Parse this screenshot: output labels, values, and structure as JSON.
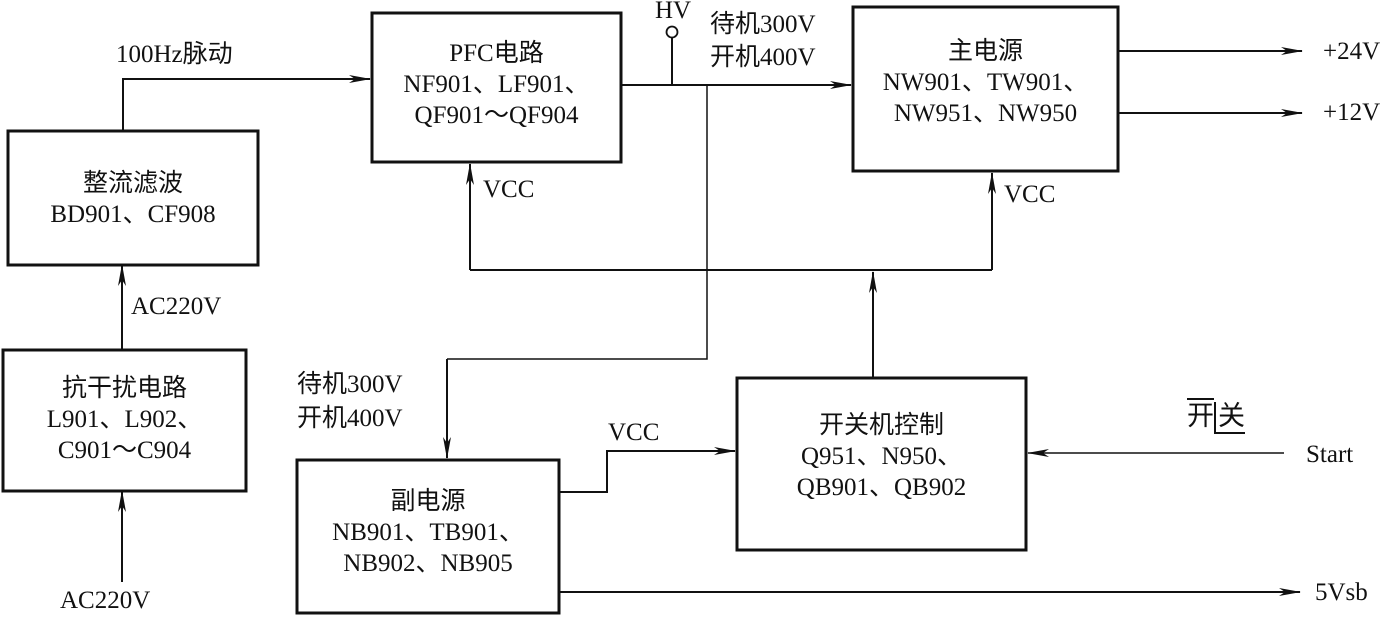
{
  "diagram": {
    "type": "block-diagram",
    "blocks": {
      "rectifier": {
        "title": "整流滤波",
        "parts": [
          "BD901、CF908"
        ]
      },
      "emi": {
        "title": "抗干扰电路",
        "parts": [
          "L901、L902、",
          "C901～C904"
        ]
      },
      "pfc": {
        "title": "PFC电路",
        "parts": [
          "NF901、LF901、",
          "QF901～QF904"
        ]
      },
      "main_power": {
        "title": "主电源",
        "parts": [
          "NW901、TW901、",
          "NW951、NW950"
        ]
      },
      "aux_power": {
        "title": "副电源",
        "parts": [
          "NB901、TB901、",
          "NB902、NB905"
        ]
      },
      "power_control": {
        "title": "开关机控制",
        "parts": [
          "Q951、N950、",
          "QB901、QB902"
        ]
      }
    },
    "labels": {
      "pulse_100hz": "100Hz脉动",
      "ac_in": "AC220V",
      "ac_mid": "AC220V",
      "hv": "HV",
      "standby_top": "待机300V",
      "on_top": "开机400V",
      "standby_aux": "待机300V",
      "on_aux": "开机400V",
      "vcc_pfc": "VCC",
      "vcc_main": "VCC",
      "vcc_ctrl": "VCC",
      "out_24v": "+24V",
      "out_12v": "+12V",
      "out_5vsb": "5Vsb",
      "start": "Start",
      "switch_on": "开",
      "switch_off": "关"
    }
  }
}
